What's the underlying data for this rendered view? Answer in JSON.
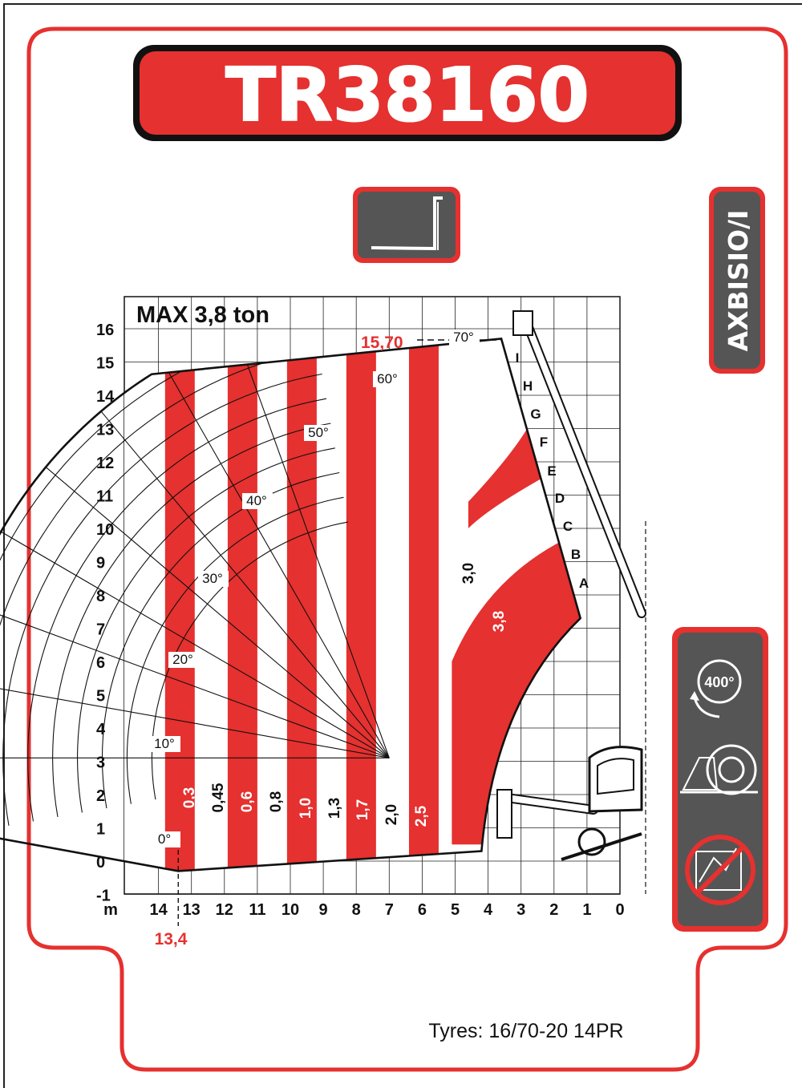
{
  "title": "TR38160",
  "side_label": "AXBISIO/I",
  "footer": "Tyres: 16/70-20 14PR",
  "colors": {
    "accent": "#e5312f",
    "panel": "#555555",
    "dark": "#111111"
  },
  "icons": [
    "forks-icon",
    "rotation-400-icon",
    "tyre-icon",
    "no-stabilizers-icon"
  ],
  "rotation_label": "400°",
  "chart_data": {
    "type": "load_chart",
    "title": "MAX 3,8 ton",
    "x_axis": {
      "unit": "m",
      "ticks": [
        14,
        13,
        12,
        11,
        10,
        9,
        8,
        7,
        6,
        5,
        4,
        3,
        2,
        1,
        0
      ],
      "range": [
        0,
        14.5
      ],
      "reversed": true
    },
    "y_axis": {
      "ticks": [
        16,
        15,
        14,
        13,
        12,
        11,
        10,
        9,
        8,
        7,
        6,
        5,
        4,
        3,
        2,
        1,
        0,
        -1
      ],
      "range": [
        -1,
        16.5
      ]
    },
    "max_height": "15,70",
    "max_outreach": "13,4",
    "angles": [
      "0°",
      "10°",
      "20°",
      "30°",
      "40°",
      "50°",
      "60°",
      "70°"
    ],
    "extensions": [
      "A",
      "B",
      "C",
      "D",
      "E",
      "F",
      "G",
      "H",
      "I"
    ],
    "loads": [
      "0,3",
      "0,45",
      "0,6",
      "0,8",
      "1,0",
      "1,3",
      "1,7",
      "2,0",
      "2,5",
      "3,0",
      "3,8"
    ],
    "grid": true
  }
}
